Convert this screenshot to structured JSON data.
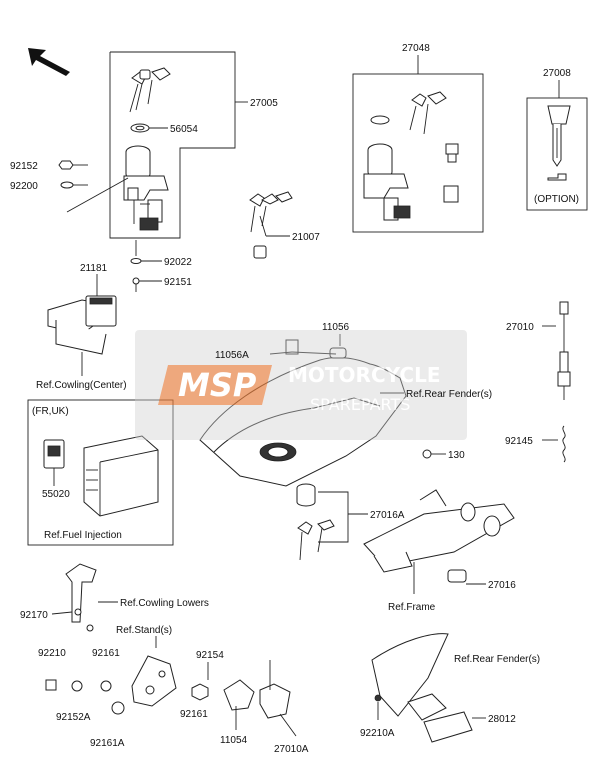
{
  "diagram": {
    "labels": {
      "p27005": "27005",
      "p56054": "56054",
      "p92152": "92152",
      "p92200": "92200",
      "p92022": "92022",
      "p92151": "92151",
      "p21007": "21007",
      "p27048": "27048",
      "p27008": "27008",
      "option": "(OPTION)",
      "p21181": "21181",
      "ref_cowling_center": "Ref.Cowling(Center)",
      "p11056": "11056",
      "p11056a": "11056A",
      "ref_rear_fender_1": "Ref.Rear Fender(s)",
      "p27010": "27010",
      "fr_uk": "(FR,UK)",
      "p55020": "55020",
      "ref_fuel_injection": "Ref.Fuel Injection",
      "p92145": "92145",
      "p130": "130",
      "p27016a": "27016A",
      "p27016": "27016",
      "ref_frame": "Ref.Frame",
      "ref_cowling_lowers": "Ref.Cowling Lowers",
      "p92170": "92170",
      "ref_stands": "Ref.Stand(s)",
      "p92210": "92210",
      "p92161_a": "92161",
      "p92154": "92154",
      "p92152a": "92152A",
      "p92161_b": "92161",
      "p11054": "11054",
      "p27010a": "27010A",
      "p92161a": "92161A",
      "ref_rear_fender_2": "Ref.Rear Fender(s)",
      "p92210a": "92210A",
      "p28012": "28012"
    },
    "watermark": {
      "logo": "MSP",
      "line1": "MOTORCYCLE",
      "line2": "SPAREPARTS"
    },
    "colors": {
      "line": "#222222",
      "watermark_orange": "#e8742c",
      "watermark_gray": "#c8c8c8"
    }
  }
}
